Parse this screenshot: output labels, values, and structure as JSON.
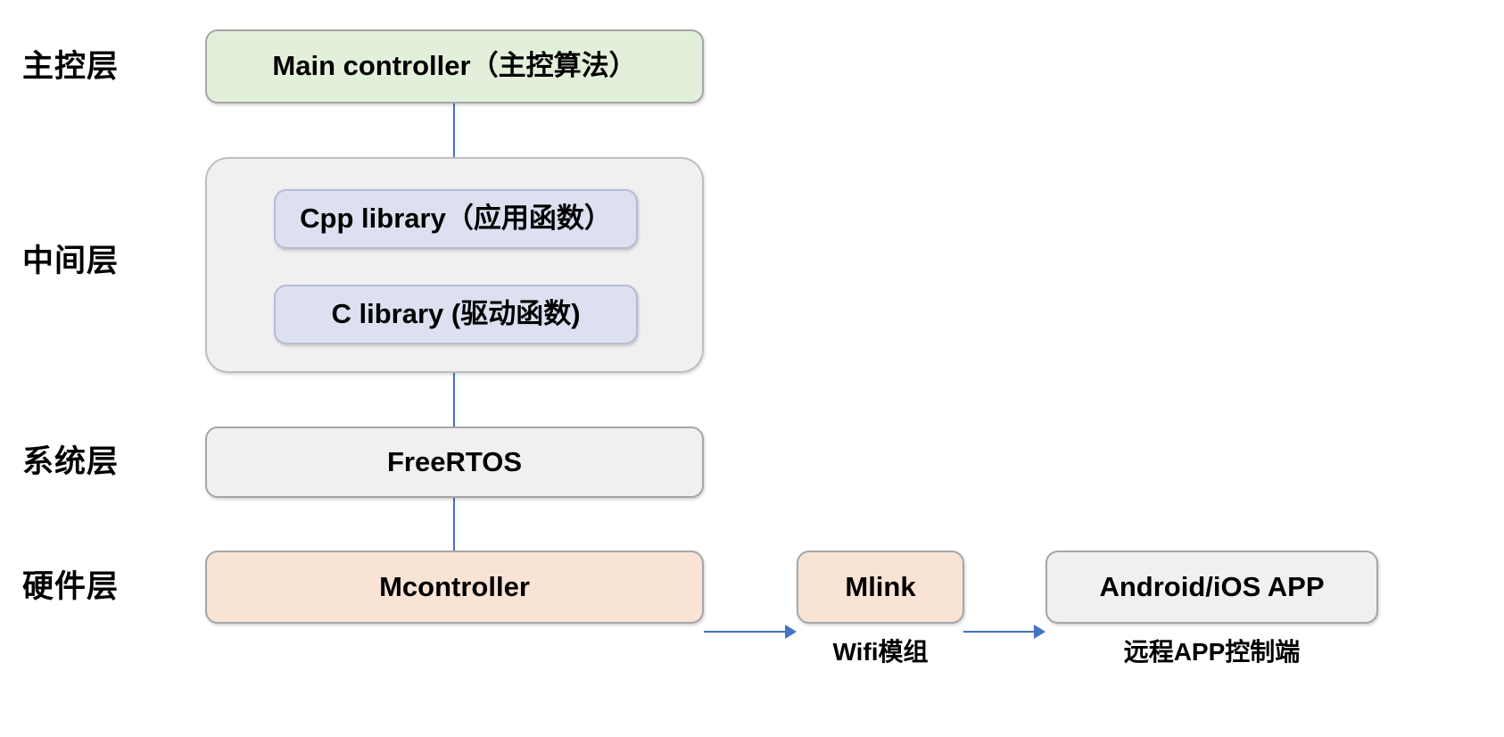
{
  "diagram": {
    "title": "Embedded system layered architecture",
    "colors": {
      "main_controller_fill": "#E2EFDA",
      "library_fill": "#DCE0F0",
      "container_fill": "#F0F0F0",
      "hardware_fill": "#F8E3D5",
      "system_fill": "#F0F0F0",
      "connector": "#4472C4",
      "border": "#A6A6A6",
      "background": "#FFFFFF"
    },
    "layers": [
      {
        "id": "main",
        "label": "主控层"
      },
      {
        "id": "middle",
        "label": "中间层"
      },
      {
        "id": "system",
        "label": "系统层"
      },
      {
        "id": "hardware",
        "label": "硬件层"
      }
    ],
    "nodes": [
      {
        "id": "main-controller",
        "label": "Main controller（主控算法）"
      },
      {
        "id": "cpp-library",
        "label": "Cpp library（应用函数）"
      },
      {
        "id": "c-library",
        "label": "C library (驱动函数)"
      },
      {
        "id": "freertos",
        "label": "FreeRTOS"
      },
      {
        "id": "mcontroller",
        "label": "Mcontroller"
      },
      {
        "id": "mlink",
        "label": "Mlink"
      },
      {
        "id": "app",
        "label": "Android/iOS APP"
      }
    ],
    "captions": [
      {
        "for": "mlink",
        "text": "Wifi模组"
      },
      {
        "for": "app",
        "text": "远程APP控制端"
      }
    ]
  }
}
